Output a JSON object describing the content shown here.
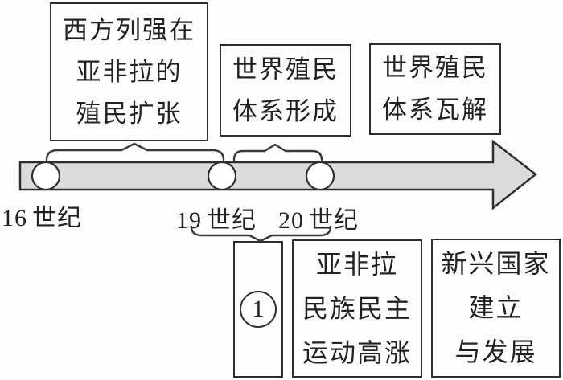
{
  "diagram": {
    "title_hint": "世界殖民体系时间轴示意图",
    "colors": {
      "ink": "#2e2e2e",
      "bar_fill": "#dbdbdb",
      "node_fill": "#ffffff",
      "background": "#fdfdfd"
    },
    "top_boxes": [
      {
        "lines": [
          "西方列强在",
          "亚非拉的",
          "殖民扩张"
        ]
      },
      {
        "lines": [
          "世界殖民",
          "体系形成"
        ]
      },
      {
        "lines": [
          "世界殖民",
          "体系瓦解"
        ]
      }
    ],
    "timeline": {
      "labels": [
        {
          "prefix": "16",
          "unit": "世纪"
        },
        {
          "prefix": "19",
          "unit": "世纪"
        },
        {
          "prefix": "20",
          "unit": "世纪"
        }
      ],
      "node_count": 3
    },
    "bottom_boxes": [
      {
        "symbol": "①",
        "digit": "1"
      },
      {
        "lines": [
          "亚非拉",
          "民族民主",
          "运动高涨"
        ]
      },
      {
        "lines": [
          "新兴国家",
          "建立",
          "与发展"
        ]
      }
    ]
  }
}
